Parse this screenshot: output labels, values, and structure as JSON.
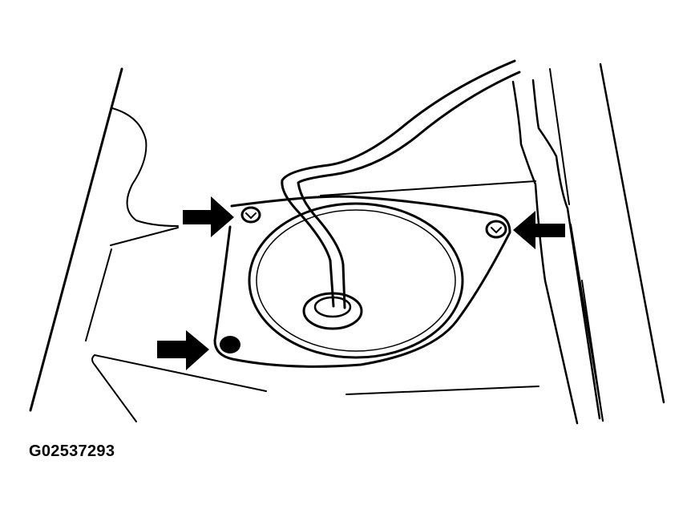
{
  "figure": {
    "id_label": "G02537293",
    "subject": "access-cover-plate-with-tube-and-three-fasteners",
    "line_color": "#000000",
    "background_color": "#ffffff",
    "arrows": [
      {
        "name": "arrow-upper-left",
        "direction": "right",
        "target": "fastener-upper-left"
      },
      {
        "name": "arrow-upper-right",
        "direction": "left",
        "target": "fastener-upper-right"
      },
      {
        "name": "arrow-lower-left",
        "direction": "right",
        "target": "fastener-lower-left"
      }
    ],
    "fasteners": [
      {
        "name": "fastener-upper-left",
        "type": "screw"
      },
      {
        "name": "fastener-upper-right",
        "type": "screw"
      },
      {
        "name": "fastener-lower-left",
        "type": "plug"
      }
    ]
  }
}
